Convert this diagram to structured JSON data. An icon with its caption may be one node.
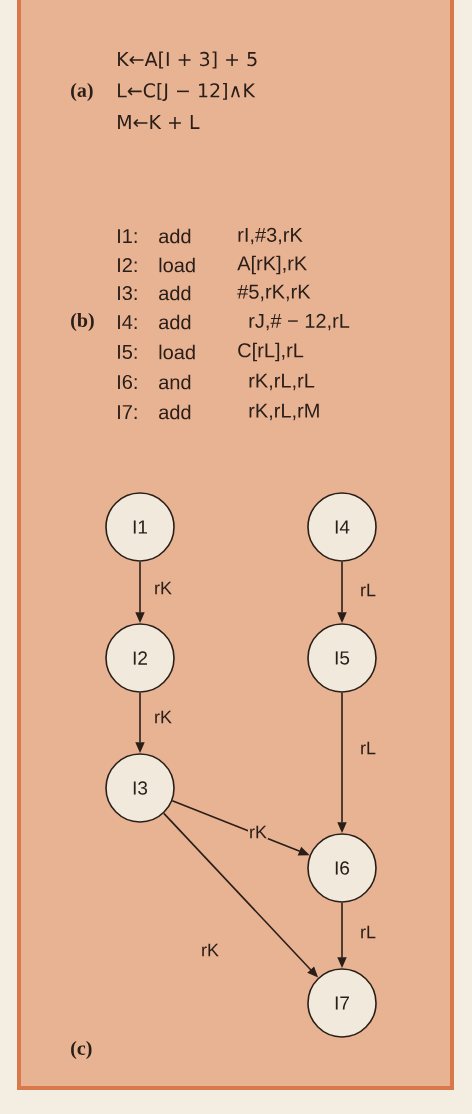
{
  "diagram": {
    "nodes": [
      {
        "text": [
          "I1"
        ]
      },
      {
        "text": [
          "I2"
        ]
      },
      {
        "text": [
          "I3"
        ]
      },
      {
        "text": [
          "I4"
        ]
      },
      {
        "text": [
          "I5"
        ]
      },
      {
        "text": [
          "I6"
        ]
      },
      {
        "text": [
          "I7"
        ]
      }
    ],
    "edges": [
      {
        "from": 0,
        "to": 1,
        "arrow": "to",
        "label": "rK"
      },
      {
        "from": 1,
        "to": 2,
        "arrow": "to",
        "label": "rK"
      },
      {
        "from": 3,
        "to": 4,
        "arrow": "to",
        "label": "rL"
      },
      {
        "from": 4,
        "to": 5,
        "arrow": "to",
        "label": "rL"
      },
      {
        "from": 2,
        "to": 5,
        "arrow": "to",
        "label": "rK"
      },
      {
        "from": 2,
        "to": 6,
        "arrow": "to",
        "label": "rK"
      },
      {
        "from": 5,
        "to": 6,
        "arrow": "to",
        "label": "rL"
      }
    ],
    "labels": [
      "(a)",
      "K←A[I + 3] + 5",
      "L←C[J − 12]∧K",
      "M←K + L",
      "(b)",
      "I1:",
      "add",
      "rI,#3,rK",
      "I2:",
      "load",
      "A[rK],rK",
      "I3:",
      "add",
      "#5,rK,rK",
      "I4:",
      "add",
      "rJ,# − 12,rL",
      "I5:",
      "load",
      "C[rL],rL",
      "I6:",
      "and",
      "rK,rL,rL",
      "I7:",
      "add",
      "rK,rL,rM",
      "(c)"
    ]
  }
}
